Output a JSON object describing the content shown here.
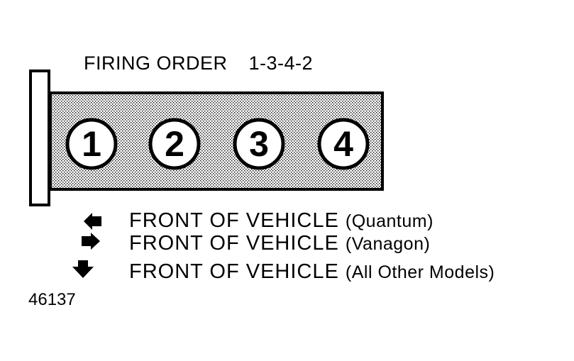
{
  "firing_order": {
    "label": "FIRING ORDER",
    "value": "1-3-4-2"
  },
  "cylinders": [
    "1",
    "2",
    "3",
    "4"
  ],
  "legend": [
    {
      "main": "FRONT OF VEHICLE",
      "model": "(Quantum)",
      "icon": "left-arrow-icon"
    },
    {
      "main": "FRONT OF VEHICLE",
      "model": "(Vanagon)",
      "icon": "right-arrow-icon"
    },
    {
      "main": "FRONT OF VEHICLE",
      "model": "(All Other Models)",
      "icon": "down-arrow-icon"
    }
  ],
  "reference_number": "46137",
  "colors": {
    "line": "#000000",
    "background": "#ffffff"
  }
}
